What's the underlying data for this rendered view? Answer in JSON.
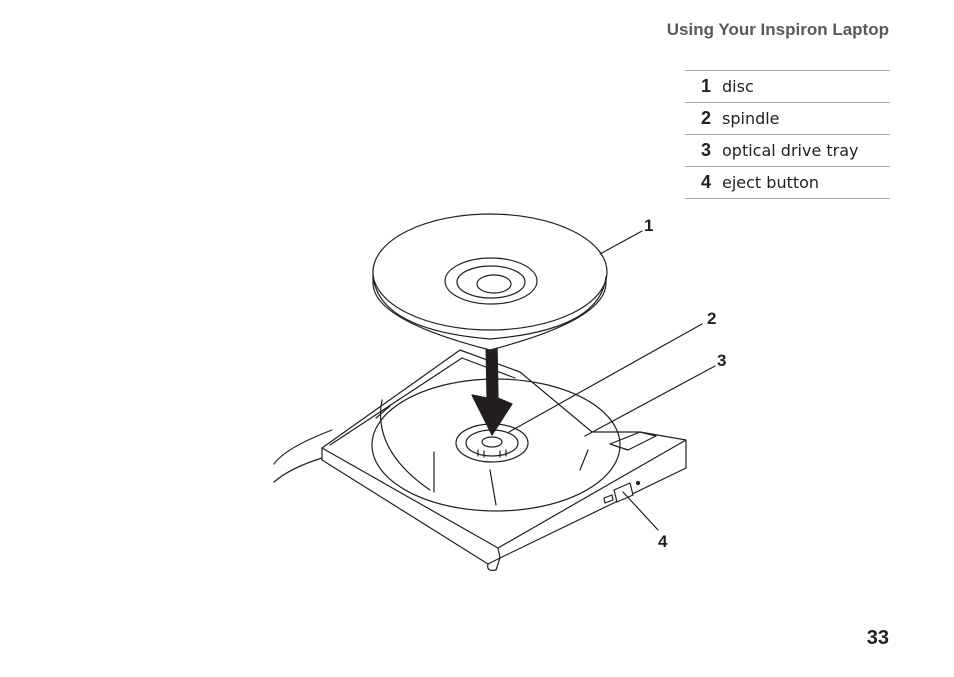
{
  "header": {
    "section_title": "Using Your Inspiron Laptop"
  },
  "legend": [
    {
      "num": "1",
      "label": "disc"
    },
    {
      "num": "2",
      "label": "spindle"
    },
    {
      "num": "3",
      "label": "optical drive tray"
    },
    {
      "num": "4",
      "label": "eject button"
    }
  ],
  "callouts": {
    "c1": "1",
    "c2": "2",
    "c3": "3",
    "c4": "4"
  },
  "footer": {
    "page_number": "33"
  }
}
